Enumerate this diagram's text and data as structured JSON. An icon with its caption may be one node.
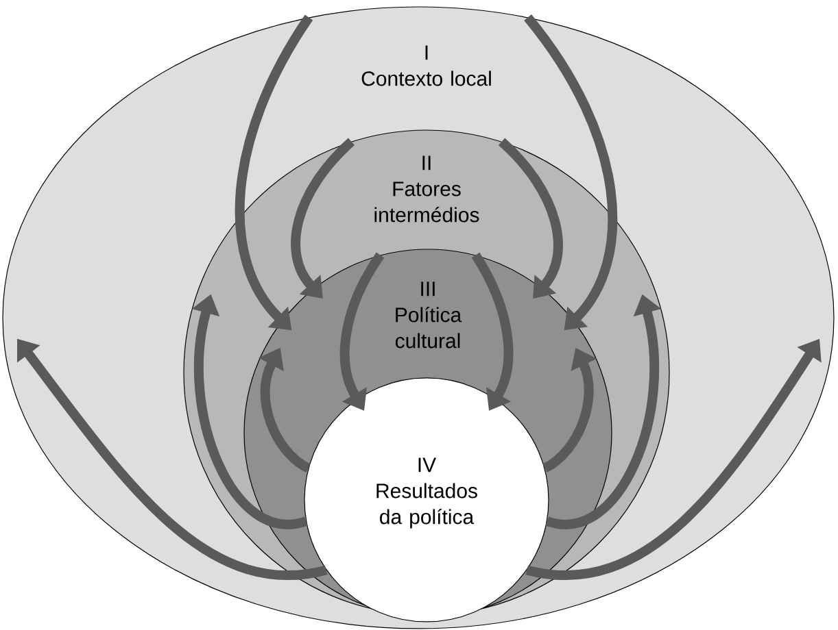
{
  "diagram": {
    "nodes": [
      {
        "text": [
          "I",
          "Contexto local"
        ]
      },
      {
        "text": [
          "II",
          "Fatores intermédios"
        ],
        "in": 0
      },
      {
        "text": [
          "III",
          "Política cultural"
        ],
        "in": 1
      },
      {
        "text": [
          "IV",
          "Resultados da política"
        ],
        "in": 2
      }
    ],
    "edges": [
      {
        "from": 0,
        "to": 2,
        "arrow": "to"
      },
      {
        "from": 0,
        "to": 2,
        "arrow": "to"
      },
      {
        "from": 1,
        "to": 2,
        "arrow": "to"
      },
      {
        "from": 1,
        "to": 2,
        "arrow": "to"
      },
      {
        "from": 2,
        "to": 3,
        "arrow": "to"
      },
      {
        "from": 2,
        "to": 3,
        "arrow": "to"
      },
      {
        "from": 3,
        "to": 0,
        "arrow": "to"
      },
      {
        "from": 3,
        "to": 0,
        "arrow": "to"
      },
      {
        "from": 3,
        "to": 1,
        "arrow": "to"
      },
      {
        "from": 3,
        "to": 1,
        "arrow": "to"
      },
      {
        "from": 3,
        "to": 2,
        "arrow": "to"
      },
      {
        "from": 3,
        "to": 2,
        "arrow": "to"
      }
    ]
  }
}
